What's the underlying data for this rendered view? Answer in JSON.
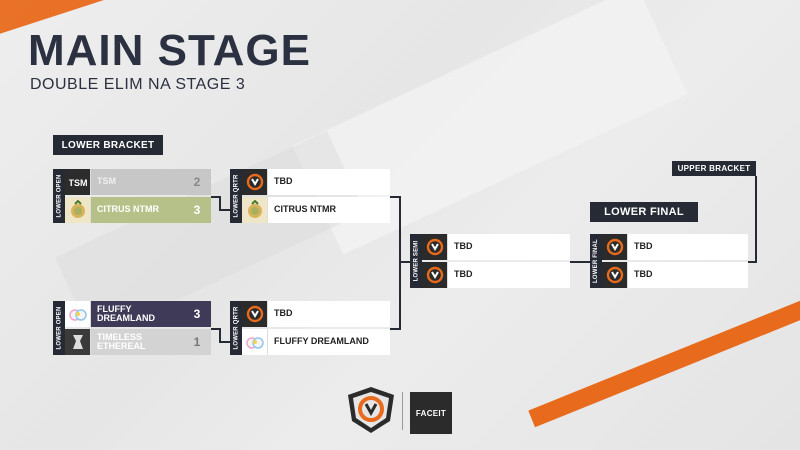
{
  "header": {
    "title": "MAIN STAGE",
    "subtitle": "DOUBLE ELIM NA STAGE 3"
  },
  "tags": {
    "lower_bracket": "LOWER BRACKET",
    "lower_final": "LOWER FINAL",
    "upper_bracket": "UPPER BRACKET"
  },
  "matches": {
    "lower_open_1": {
      "label": "LOWER OPEN",
      "team1": {
        "name": "TSM",
        "score": "2",
        "logo": "tsm-logo"
      },
      "team2": {
        "name": "CITRUS NTMR",
        "score": "3",
        "logo": "citrus-ntmr-logo"
      }
    },
    "lower_open_2": {
      "label": "LOWER OPEN",
      "team1": {
        "name": "FLUFFY DREAMLAND",
        "score": "3",
        "logo": "fluffy-dreamland-logo"
      },
      "team2": {
        "name": "TIMELESS ETHEREAL",
        "score": "1",
        "logo": "timeless-ethereal-logo"
      }
    },
    "lower_qrtr_1": {
      "label": "LOWER QRTR",
      "team1": {
        "name": "TBD",
        "logo": "overwatch-logo"
      },
      "team2": {
        "name": "CITRUS NTMR",
        "logo": "citrus-ntmr-logo"
      }
    },
    "lower_qrtr_2": {
      "label": "LOWER QRTR",
      "team1": {
        "name": "TBD",
        "logo": "overwatch-logo"
      },
      "team2": {
        "name": "FLUFFY DREAMLAND",
        "logo": "fluffy-dreamland-logo"
      }
    },
    "lower_semi": {
      "label": "LOWER SEMI",
      "team1": {
        "name": "TBD",
        "logo": "overwatch-logo"
      },
      "team2": {
        "name": "TBD",
        "logo": "overwatch-logo"
      }
    },
    "lower_final": {
      "label": "LOWER FINAL",
      "team1": {
        "name": "TBD",
        "logo": "overwatch-logo"
      },
      "team2": {
        "name": "TBD",
        "logo": "overwatch-logo"
      }
    }
  },
  "footer": {
    "brand_logo": "overwatch-contenders-logo",
    "sponsor": "FACEIT"
  },
  "colors": {
    "accent_orange": "#e86a1c",
    "dark_navy": "#252a35",
    "citrus_green": "#b6c189",
    "fluffy_purple": "#3e3a57"
  }
}
